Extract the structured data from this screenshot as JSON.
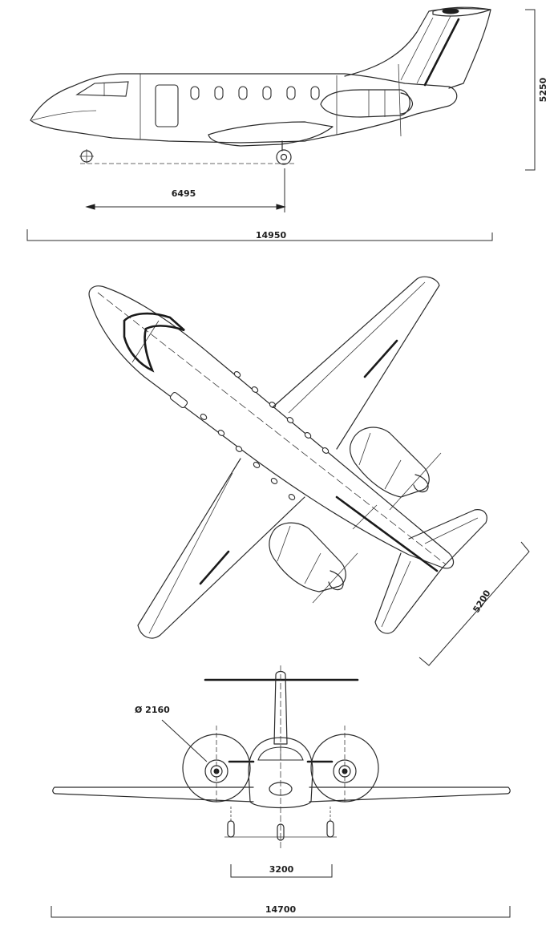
{
  "dimensions": {
    "side_height": "5250",
    "side_wheelbase": "6495",
    "side_length": "14950",
    "top_tail_span": "5200",
    "prop_diameter": "Ø 2160",
    "front_track": "3200",
    "front_span": "14700"
  },
  "colors": {
    "ink": "#1e1e1e",
    "paper": "#ffffff"
  }
}
